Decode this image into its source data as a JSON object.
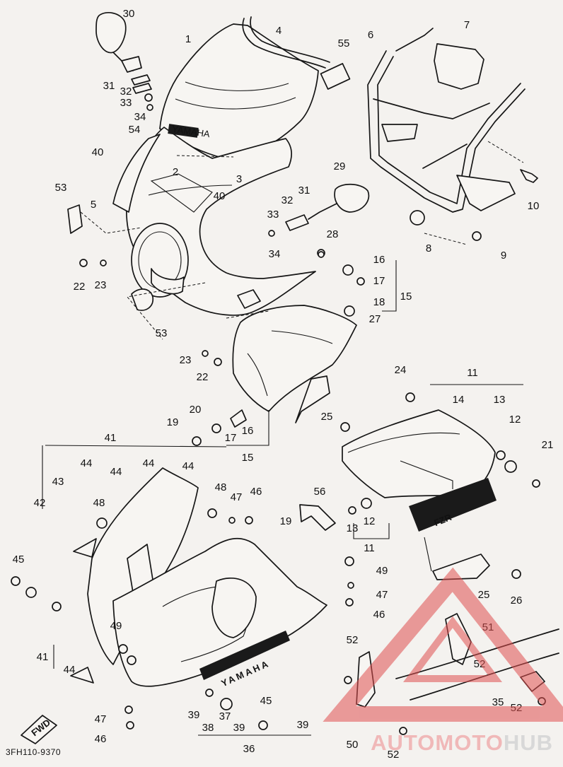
{
  "diagram_code": "3FH110-9370",
  "brand": {
    "part1": "AUTOMOTO",
    "part2": "HUB"
  },
  "fairing_text": {
    "yamaha_front": "YAMAHA",
    "yamaha_side": "YAMAHA",
    "model_badge": "FZR",
    "fwd": "FWD"
  },
  "callouts": [
    "1",
    "2",
    "3",
    "4",
    "5",
    "6",
    "7",
    "8",
    "9",
    "10",
    "11",
    "11",
    "12",
    "12",
    "13",
    "13",
    "14",
    "15",
    "15",
    "16",
    "16",
    "17",
    "17",
    "18",
    "19",
    "19",
    "20",
    "21",
    "22",
    "22",
    "23",
    "23",
    "24",
    "25",
    "25",
    "26",
    "27",
    "28",
    "29",
    "30",
    "31",
    "31",
    "32",
    "32",
    "33",
    "33",
    "34",
    "34",
    "35",
    "36",
    "37",
    "38",
    "39",
    "39",
    "39",
    "40",
    "40",
    "41",
    "41",
    "42",
    "43",
    "44",
    "44",
    "44",
    "44",
    "44",
    "45",
    "45",
    "46",
    "46",
    "46",
    "47",
    "47",
    "47",
    "48",
    "48",
    "49",
    "49",
    "50",
    "51",
    "52",
    "52",
    "52",
    "52",
    "53",
    "53",
    "54",
    "55",
    "56"
  ]
}
